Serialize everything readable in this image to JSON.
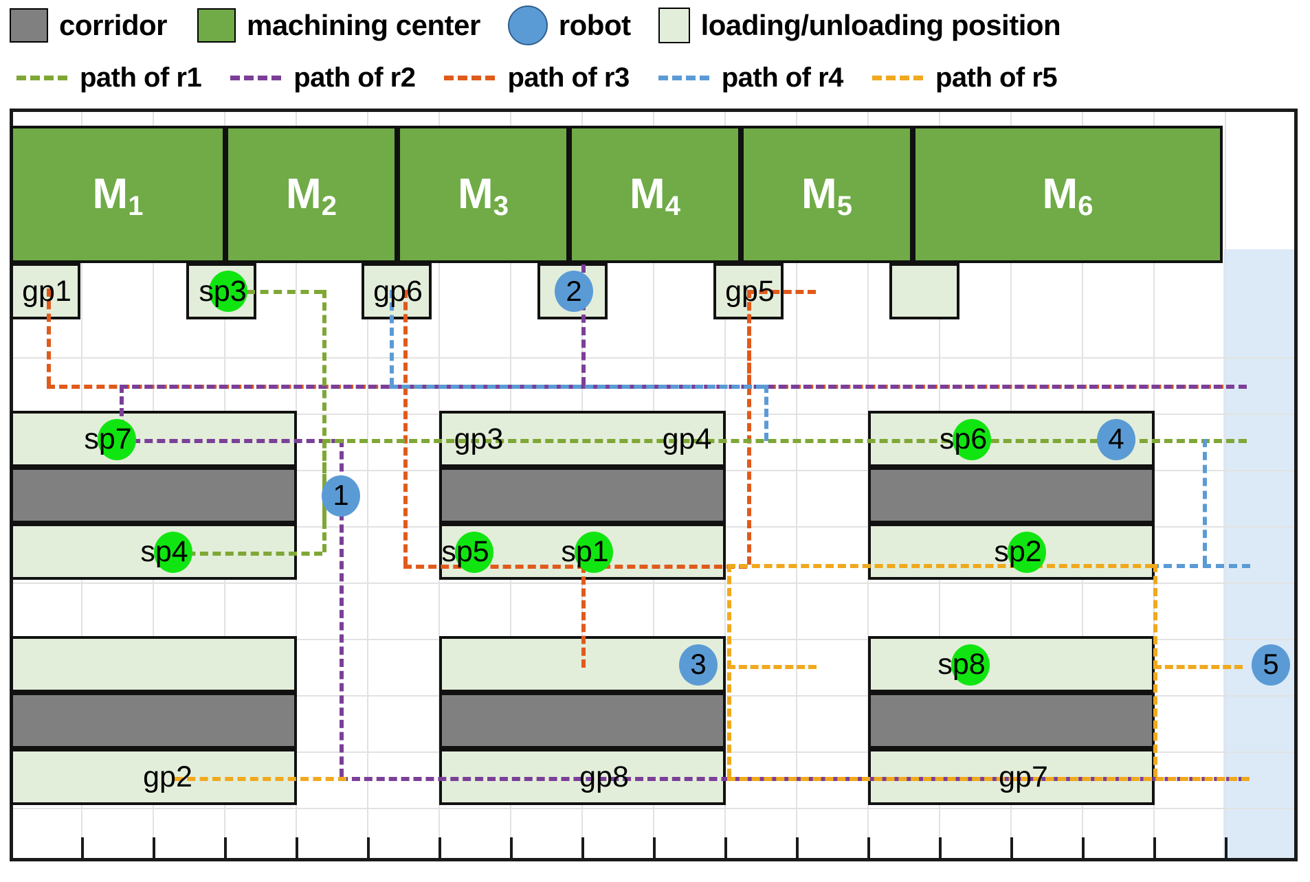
{
  "legend": {
    "row1": [
      {
        "key": "corridor",
        "label": "corridor",
        "swatch": "square",
        "color": "#808080"
      },
      {
        "key": "machining-center",
        "label": "machining center",
        "swatch": "square",
        "color": "#70ab47"
      },
      {
        "key": "robot",
        "label": "robot",
        "swatch": "circle",
        "color": "#5b9bd5"
      },
      {
        "key": "loading-unloading",
        "label": "loading/unloading position",
        "swatch": "square",
        "color": "#e3eeda"
      }
    ],
    "row2": [
      {
        "key": "r1",
        "label": "path of r1",
        "color": "#7fa736"
      },
      {
        "key": "r2",
        "label": "path of r2",
        "color": "#7b3f98"
      },
      {
        "key": "r3",
        "label": "path of r3",
        "color": "#e05a1b"
      },
      {
        "key": "r4",
        "label": "path of r4",
        "color": "#5b9bd5"
      },
      {
        "key": "r5",
        "label": "path of r5",
        "color": "#f0a91e"
      }
    ]
  },
  "plan": {
    "machines": [
      {
        "id": "M1",
        "base": "M",
        "sub": "1"
      },
      {
        "id": "M2",
        "base": "M",
        "sub": "2"
      },
      {
        "id": "M3",
        "base": "M",
        "sub": "3"
      },
      {
        "id": "M4",
        "base": "M",
        "sub": "4"
      },
      {
        "id": "M5",
        "base": "M",
        "sub": "5"
      },
      {
        "id": "M6",
        "base": "M",
        "sub": "6"
      }
    ],
    "pickup_points": [
      "gp1",
      "gp2",
      "gp3",
      "gp4",
      "gp5",
      "gp6",
      "gp7",
      "gp8"
    ],
    "setdown_points": [
      "sp1",
      "sp2",
      "sp3",
      "sp4",
      "sp5",
      "sp6",
      "sp7",
      "sp8"
    ],
    "robots": [
      "1",
      "2",
      "3",
      "4",
      "5"
    ],
    "labels": {
      "gp1": "gp1",
      "gp2": "gp2",
      "gp3": "gp3",
      "gp4": "gp4",
      "gp5": "gp5",
      "gp6": "gp6",
      "gp7": "gp7",
      "gp8": "gp8",
      "sp1": "sp1",
      "sp2": "sp2",
      "sp3": "sp3",
      "sp4": "sp4",
      "sp5": "sp5",
      "sp6": "sp6",
      "sp7": "sp7",
      "sp8": "sp8",
      "r1": "1",
      "r2": "2",
      "r3": "3",
      "r4": "4",
      "r5": "5"
    }
  },
  "colors": {
    "machine": "#70ab47",
    "corridor": "#808080",
    "loading": "#e3eeda",
    "robot": "#5b9bd5",
    "node": "#11e511",
    "bluezone": "#dceaf7",
    "path_r1": "#7fa736",
    "path_r2": "#7b3f98",
    "path_r3": "#e05a1b",
    "path_r4": "#5b9bd5",
    "path_r5": "#f0a91e"
  }
}
